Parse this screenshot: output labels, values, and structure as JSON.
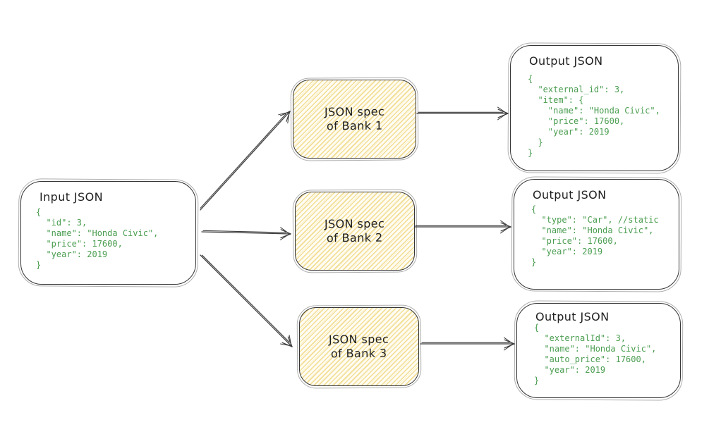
{
  "colors": {
    "code_green": "#4a9d50",
    "stroke_dark": "#343434",
    "bank_fill": "#fffdf4",
    "bank_hatch": "#f1d887"
  },
  "input_box": {
    "title": "Input JSON",
    "code": "{\n  \"id\": 3,\n  \"name\": \"Honda Civic\",\n  \"price\": 17600,\n  \"year\": 2019\n}"
  },
  "bank_boxes": [
    {
      "label": "JSON spec\nof Bank 1"
    },
    {
      "label": "JSON spec\nof Bank 2"
    },
    {
      "label": "JSON spec\nof Bank 3"
    }
  ],
  "output_boxes": [
    {
      "title": "Output JSON",
      "code": "{\n  \"external_id\": 3,\n  \"item\": {\n    \"name\": \"Honda Civic\",\n    \"price\": 17600,\n    \"year\": 2019\n  }\n}"
    },
    {
      "title": "Output JSON",
      "code": "{\n  \"type\": \"Car\", //static\n  \"name\": \"Honda Civic\",\n  \"price\": 17600,\n  \"year\": 2019\n}"
    },
    {
      "title": "Output JSON",
      "code": "{\n  \"externalId\": 3,\n  \"name\": \"Honda Civic\",\n  \"auto_price\": 17600,\n  \"year\": 2019\n}"
    }
  ],
  "connections": [
    {
      "from": "input-json-box",
      "to": "bank-1-box"
    },
    {
      "from": "input-json-box",
      "to": "bank-2-box"
    },
    {
      "from": "input-json-box",
      "to": "bank-3-box"
    },
    {
      "from": "bank-1-box",
      "to": "output-1-box"
    },
    {
      "from": "bank-2-box",
      "to": "output-2-box"
    },
    {
      "from": "bank-3-box",
      "to": "output-3-box"
    }
  ]
}
